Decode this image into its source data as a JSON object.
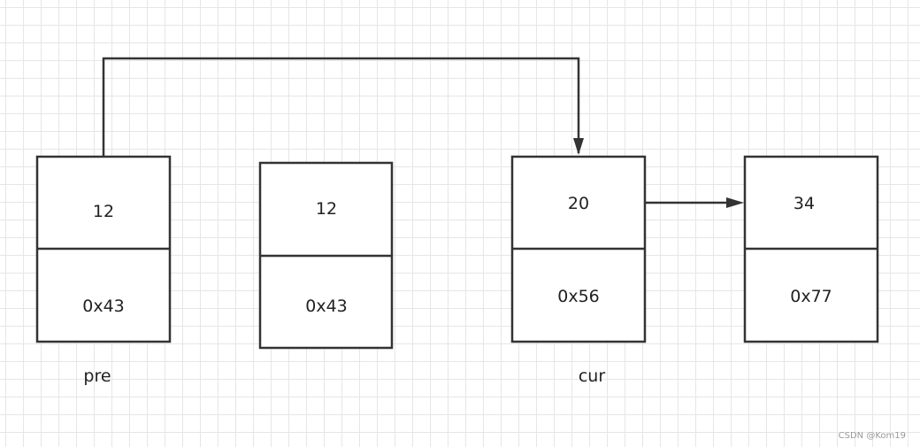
{
  "nodes": [
    {
      "value": "12",
      "address": "0x43"
    },
    {
      "value": "12",
      "address": "0x43"
    },
    {
      "value": "20",
      "address": "0x56"
    },
    {
      "value": "34",
      "address": "0x77"
    }
  ],
  "labels": {
    "pre": "pre",
    "cur": "cur"
  },
  "watermark": "CSDN @Kom19",
  "colors": {
    "stroke": "#333333",
    "grid": "#e6e6e6",
    "background": "#ffffff"
  }
}
